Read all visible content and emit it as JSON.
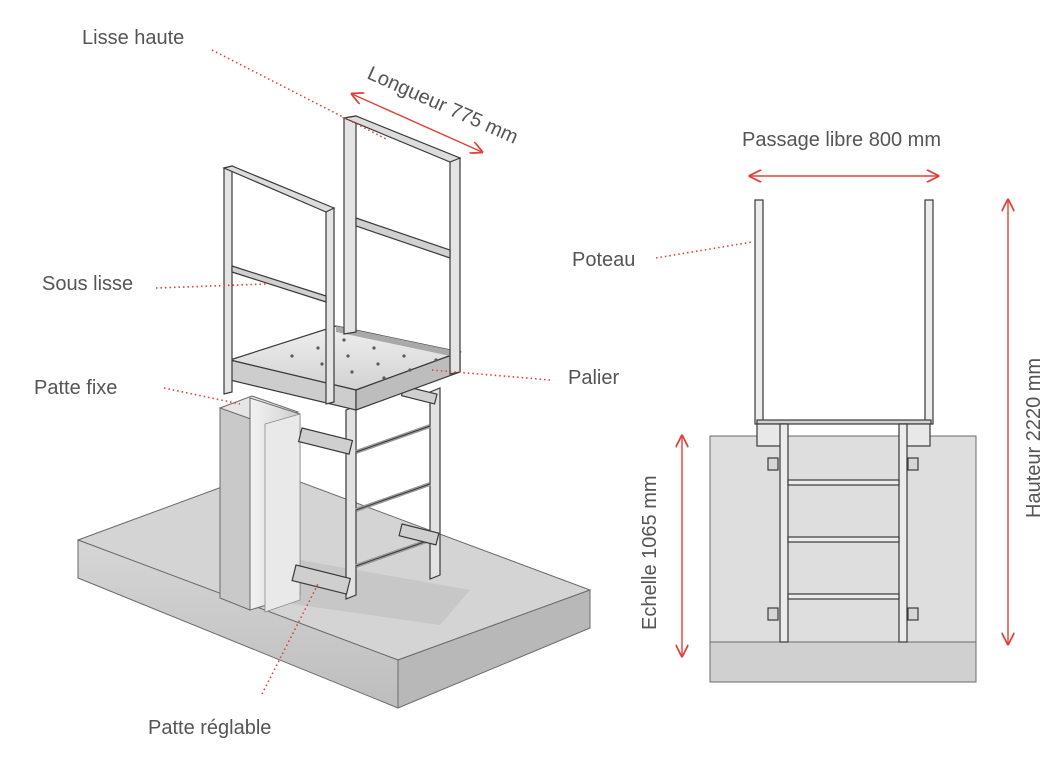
{
  "labels": {
    "lisse_haute": "Lisse haute",
    "sous_lisse": "Sous lisse",
    "patte_fixe": "Patte fixe",
    "palier": "Palier",
    "patte_reglable": "Patte réglable",
    "poteau": "Poteau"
  },
  "dimensions": {
    "longueur": "Longueur  775 mm",
    "passage_libre": "Passage libre  800 mm",
    "hauteur": "Hauteur 2220 mm",
    "echelle": "Echelle 1065 mm"
  },
  "colors": {
    "annotation": "#e0403a",
    "text": "#555555",
    "metal": "#d9d9d9",
    "outline": "#3a3a3a",
    "concrete": "#c8c8c8"
  }
}
